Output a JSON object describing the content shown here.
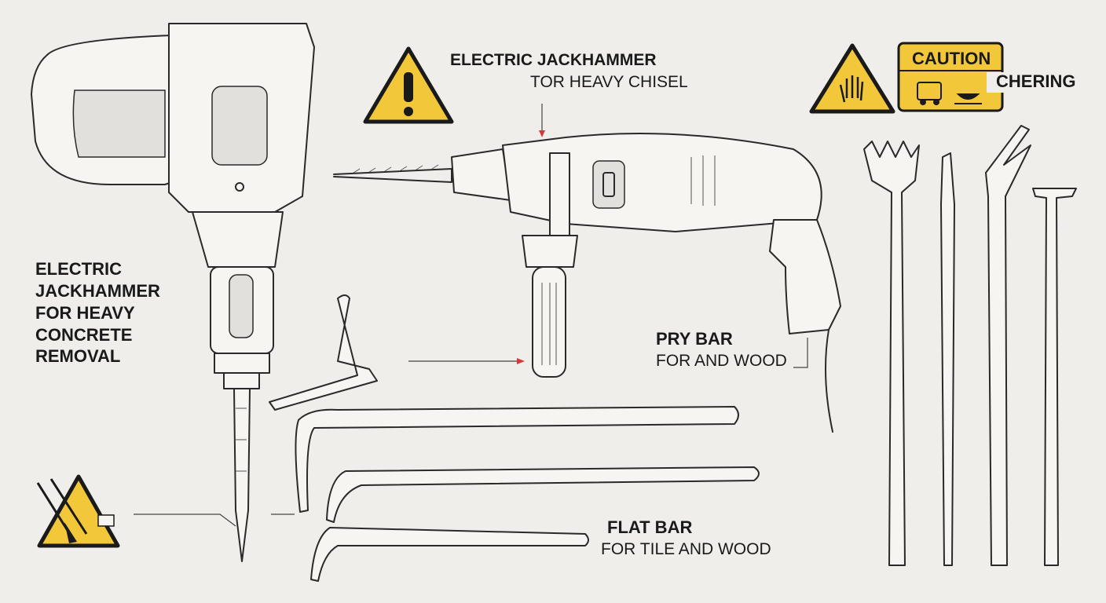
{
  "labels": {
    "top_title": "ELECTRIC JACKHAMMER",
    "top_subtitle": "TOR HEAVY CHISEL",
    "left_lines": [
      "ELECTRIC",
      "JACKHAMMER",
      "FOR HEAVY",
      "CONCRETE",
      "REMOVAL"
    ],
    "pry_bar_title": "PRY BAR",
    "pry_bar_subtitle": "FOR AND WOOD",
    "flat_bar_title": "FLAT BAR",
    "flat_bar_subtitle": "FOR TILE AND WOOD",
    "caution_sign": "CAUTION",
    "caution_side_text": "CHERING"
  },
  "colors": {
    "warning_yellow": "#f2c83a",
    "leader_red": "#d23a3a",
    "background": "#efeeeb"
  }
}
